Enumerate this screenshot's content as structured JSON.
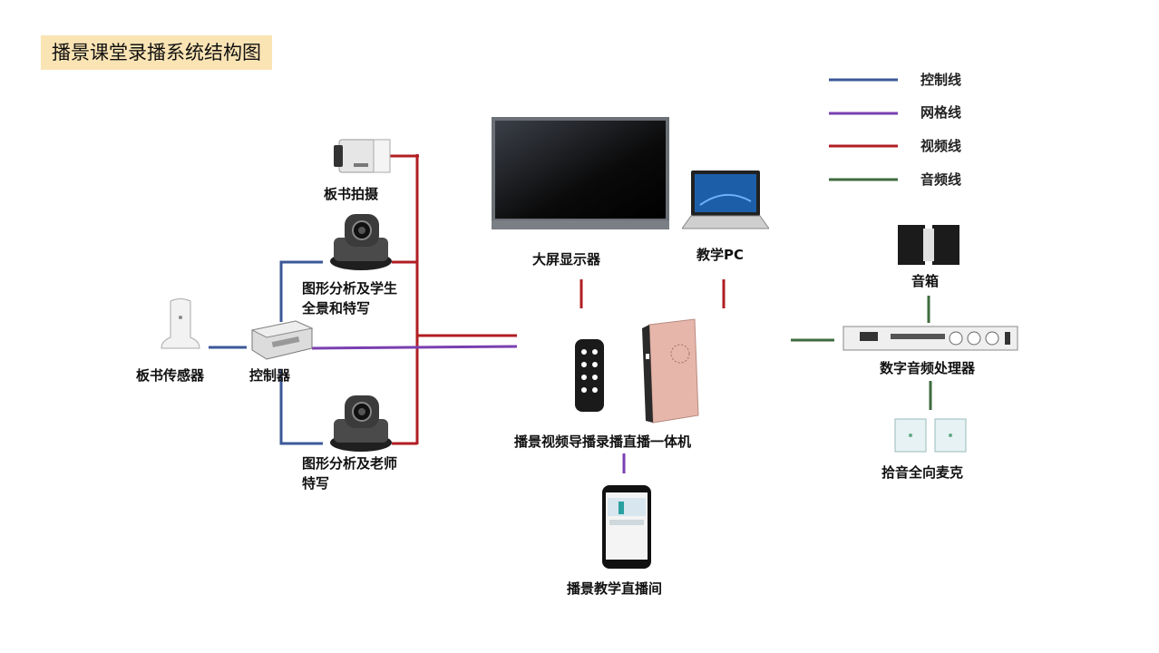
{
  "title": "播景课堂录播系统结构图",
  "legend": [
    {
      "label": "控制线",
      "color": "#3b5998"
    },
    {
      "label": "网格线",
      "color": "#7a3fb0"
    },
    {
      "label": "视频线",
      "color": "#b01e23"
    },
    {
      "label": "音频线",
      "color": "#3f6b3f"
    }
  ],
  "nodes": {
    "board_camera": "板书拍摄",
    "student_camera": "图形分析及学生\n全景和特写",
    "board_sensor": "板书传感器",
    "controller": "控制器",
    "teacher_camera": "图形分析及老师\n特写",
    "big_screen": "大屏显示器",
    "teaching_pc": "教学PC",
    "recorder": "播景视频导播录播直播一体机",
    "live_room": "播景教学直播间",
    "speaker": "音箱",
    "audio_processor": "数字音频处理器",
    "microphone": "拾音全向麦克"
  }
}
